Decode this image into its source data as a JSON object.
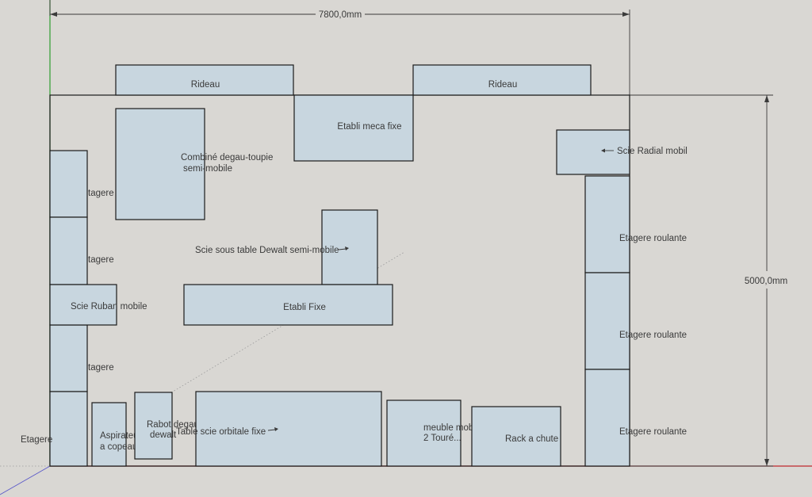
{
  "dimensions": {
    "width_label": "7800,0mm",
    "height_label": "5000,0mm"
  },
  "labels": {
    "rideau_left": "Rideau",
    "rideau_right": "Rideau",
    "etabli_meca": "Etabli meca fixe",
    "combine_line1": "Combiné degau-toupie",
    "combine_line2": "semi-mobile",
    "scie_radial": "Scie Radial mobil",
    "etagere_1": "tagere",
    "etagere_2": "tagere",
    "etagere_3": "tagere",
    "etagere_outside": "Etagere",
    "scie_sous_table": "Scie sous table Dewalt semi-mobile",
    "scie_ruban": "Scie Ruban mobile",
    "etabli_fixe": "Etabli Fixe",
    "etagere_roulante_1": "Etagere roulante",
    "etagere_roulante_2": "Etagere roulante",
    "etagere_roulante_3": "Etagere roulante",
    "aspirateur_line1": "Aspirateur",
    "aspirateur_line2": "a copeaux",
    "rabot_line1": "Rabot degau",
    "rabot_line2": "dewalt",
    "table_scie": "Table scie orbitale fixe",
    "meuble_line1": "meuble mobile",
    "meuble_line2": "2 Touré...",
    "rack_chute": "Rack a chute"
  },
  "colors": {
    "background": "#d9d7d3",
    "furniture_fill": "#c8d6df",
    "outline": "#1a1a1a",
    "axis_green": "#2e9e2e",
    "axis_red": "#c0282d",
    "axis_blue": "#5a58c8"
  }
}
